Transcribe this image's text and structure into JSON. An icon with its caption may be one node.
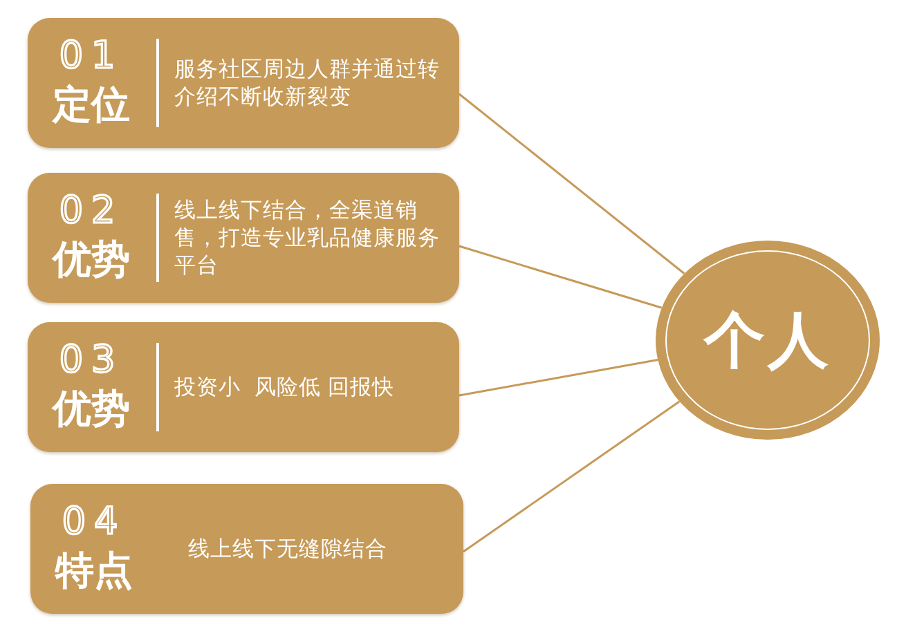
{
  "diagram": {
    "nodes": [
      {
        "text": [
          "01",
          "定位",
          "服务社区周边人群并通过转介绍不断收新裂变"
        ]
      },
      {
        "text": [
          "02",
          "优势",
          "线上线下结合，全渠道销售，打造专业乳品健康服务平台"
        ]
      },
      {
        "text": [
          "03",
          "优势",
          "投资小  风险低 回报快"
        ]
      },
      {
        "text": [
          "04",
          "特点",
          "线上线下无缝隙结合"
        ]
      },
      {
        "text": [
          "个人"
        ]
      }
    ],
    "edges": [
      {
        "from": 0,
        "to": 4,
        "arrow": "none"
      },
      {
        "from": 1,
        "to": 4,
        "arrow": "none"
      },
      {
        "from": 2,
        "to": 4,
        "arrow": "none"
      },
      {
        "from": 3,
        "to": 4,
        "arrow": "none"
      }
    ]
  }
}
